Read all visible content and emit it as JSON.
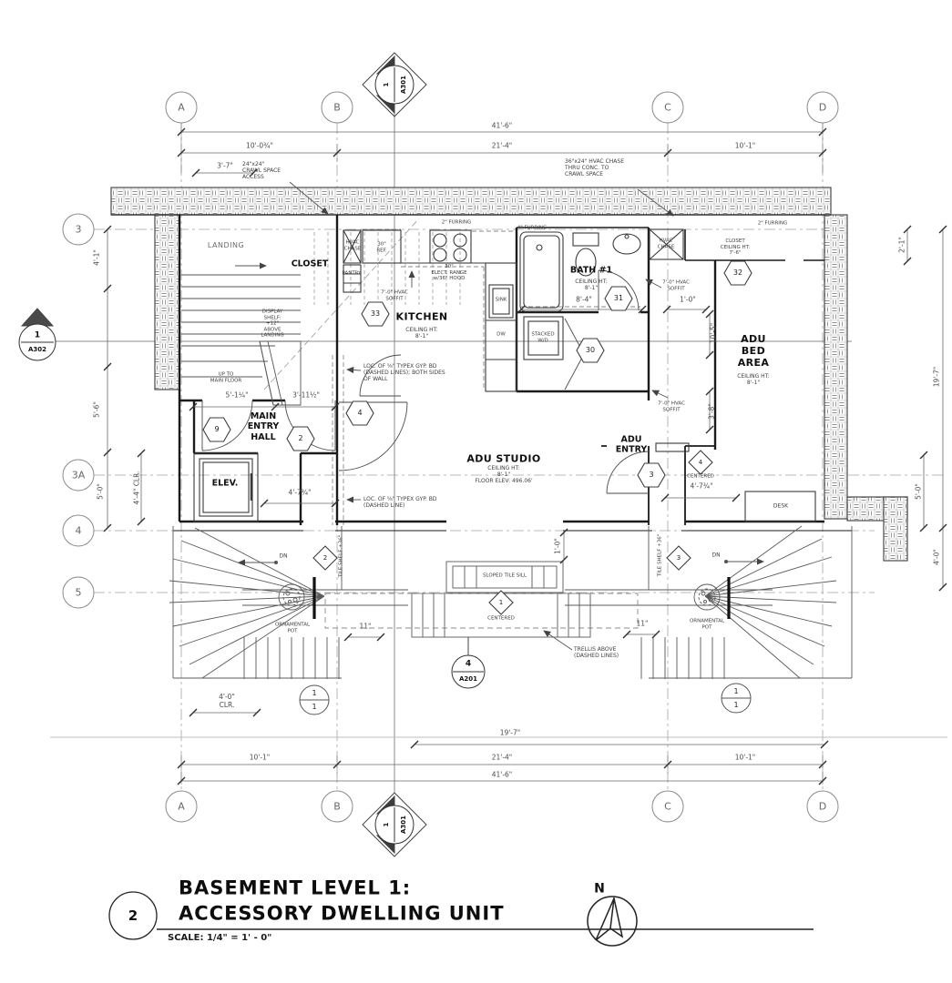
{
  "title": {
    "num": "2",
    "line1": "BASEMENT LEVEL 1:",
    "line2": "ACCESSORY  DWELLING  UNIT",
    "scale": "SCALE: 1/4\" = 1' - 0\"",
    "north": "N"
  },
  "grid": {
    "A": "A",
    "B": "B",
    "C": "C",
    "D": "D",
    "r3": "3",
    "r3a": "3A",
    "r4": "4",
    "r5": "5"
  },
  "markers": {
    "one": "1",
    "four": "4",
    "a301": "A301",
    "a302": "A302",
    "a201": "A201"
  },
  "dims": {
    "w41": "41'-6\"",
    "w10a": "10'-0¾\"",
    "w21": "21'-4\"",
    "w10": "10'-1\"",
    "w3_7": "3'-7\"",
    "w19": "19'-7\"",
    "h4_1": "4'-1\"",
    "h5_6": "5'-6\"",
    "h5_0": "5'-0\"",
    "h4_4": "4'-4\" CLR.",
    "h2_1": "2'-1\"",
    "h4_0": "4'-0\"",
    "i5_1": "5'-1¼\"",
    "i3_11": "3'-11½\"",
    "i4_7": "4'-7¾\"",
    "i8_4": "8'-4\"",
    "i1_0": "1'-0\"",
    "i10_5": "10'-5\"",
    "i3_8": "3'-8\"",
    "i11": "11\"",
    "i4_0clr": "4'-0\"\nCLR."
  },
  "rooms": {
    "landing": "LANDING",
    "closet": "CLOSET",
    "kitchen": "KITCHEN",
    "kitchen_sub": "CEILING HT:\n8'-1\"",
    "bath": "BATH #1",
    "bath_sub": "CEILING HT:\n8'-1\"",
    "studio": "ADU STUDIO",
    "studio_sub": "CEILING HT:\n8'-1\"\nFLOOR ELEV: 496.06'",
    "bed": "ADU\nBED\nAREA",
    "bed_sub": "CEILING HT:\n8'-1\"",
    "hall": "MAIN\nENTRY\nHALL",
    "elev": "ELEV.",
    "adu_entry": "ADU\nENTRY",
    "closet2": "CLOSET\nCEILING HT:\n7'-6\"",
    "desk": "DESK",
    "pantry": "PANTRY"
  },
  "notes": {
    "crawl": "24\"x24\"\nCRAWL SPACE\nACCESS",
    "hvac_note": "36\"x24\" HVAC CHASE\nTHRU CONC. TO\nCRAWL SPACE",
    "furr2": "2\" FURRING",
    "furr4": "4\" FURRING",
    "hvac_sm": "HVAC\nCHASE",
    "ref": "30\"\nREF.",
    "range": "30\"\nELECT. RANGE\nw/36\" HOOD",
    "soffit": "7'-0\" HVAC\nSOFFIT",
    "sink": "SINK",
    "dw": "DW",
    "wd": "STACKED\nW/D",
    "shelf": "DISPLAY\nSHELF:\n+12\"\nABOVE\nLANDING",
    "upto": "UP TO\nMAIN FLOOR",
    "gyp1": "LOC. OF ⅝\" TYPEX GYP. BD\n(DASHED LINES); BOTH SIDES\nOF WALL",
    "gyp2": "LOC. OF ⅝\" TYPEX GYP. BD\n(DASHED LINE)",
    "sill": "SLOPED TILE SILL",
    "centered": "CENTERED",
    "trellis": "TRELLIS ABOVE\n(DASHED LINES)",
    "pot": "ORNAMENTAL\nPOT",
    "dn": "DN",
    "tileshelf": "TILE SHELF +36\""
  },
  "keynotes": {
    "k33": "33",
    "k9": "9",
    "k2": "2",
    "k3": "3",
    "k4": "4",
    "k30": "30",
    "k31": "31",
    "k32": "32",
    "d1": "1",
    "d2": "2",
    "d3": "3",
    "d4": "4",
    "s1": "1"
  }
}
